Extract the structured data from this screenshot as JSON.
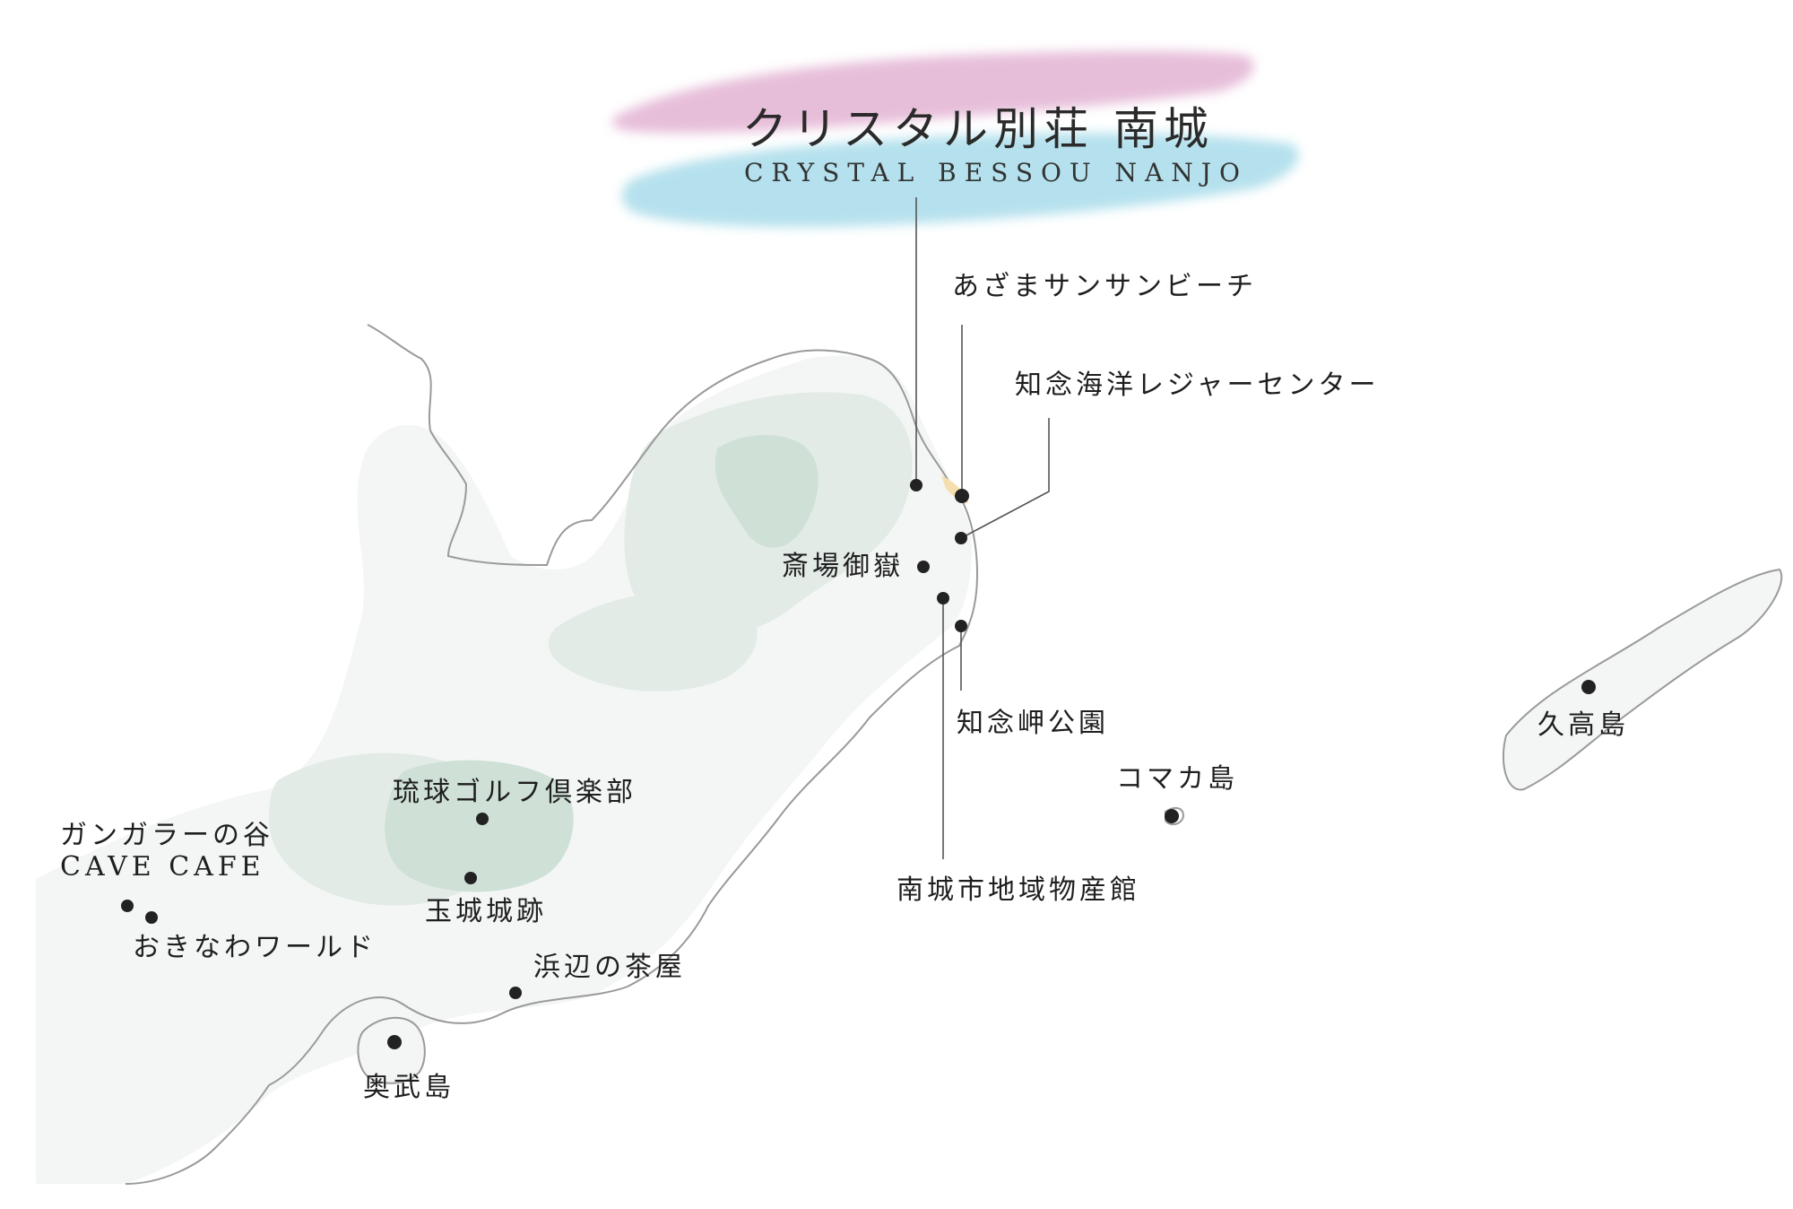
{
  "title": {
    "jp": "クリスタル別荘 南城",
    "en": "CRYSTAL BESSOU NANJO"
  },
  "places": {
    "azama_beach": "あざまサンサンビーチ",
    "chinen_marine": "知念海洋レジャーセンター",
    "sefa_utaki": "斎場御嶽",
    "chinen_cape_park": "知念岬公園",
    "komaka_island": "コマカ島",
    "kudaka_island": "久高島",
    "nanjo_products": "南城市地域物産館",
    "ryukyu_golf": "琉球ゴルフ倶楽部",
    "gangala_valley": "ガンガラーの谷",
    "cave_cafe": "CAVE CAFE",
    "okinawa_world": "おきなわワールド",
    "tamagusuku_ruins": "玉城城跡",
    "hamabe_teahouse": "浜辺の茶屋",
    "ojima_island": "奥武島"
  },
  "colors": {
    "brush_pink": "#e3b3d3",
    "brush_blue": "#a8dcea",
    "coast": "#9a9a9a",
    "land": "#f3f6f4",
    "forest": "#e2ebe6",
    "forest_dark": "#cfe0d7",
    "marker": "#222222",
    "leader_line": "#555555",
    "beach": "#f5dfae"
  }
}
